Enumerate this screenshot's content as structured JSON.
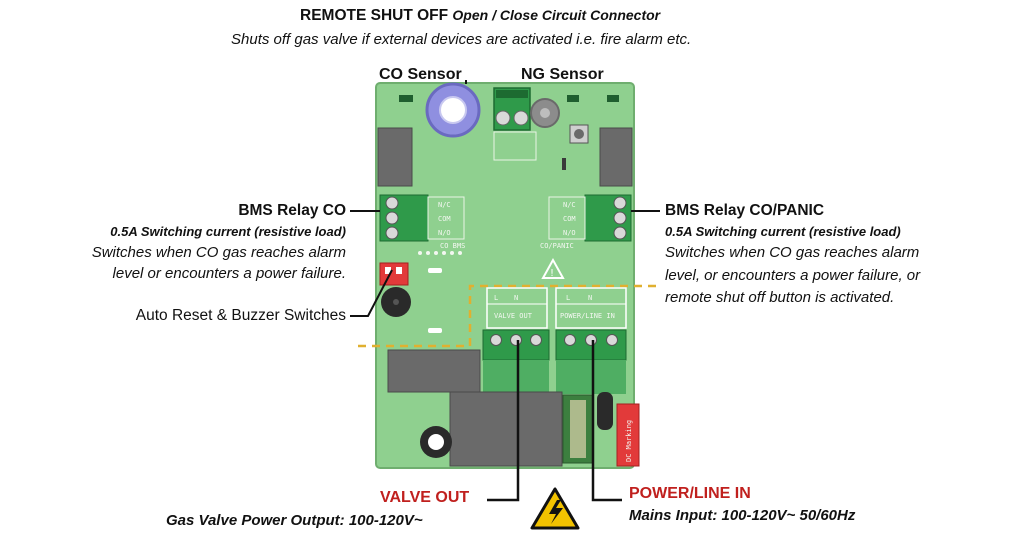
{
  "title": {
    "main": "REMOTE SHUT OFF",
    "sub": "Open / Close Circuit Connector",
    "desc": "Shuts off gas valve if external devices are activated i.e. fire alarm etc."
  },
  "labels": {
    "co_sensor": "CO Sensor",
    "ng_sensor": "NG Sensor",
    "bms_co": {
      "name": "BMS Relay CO",
      "spec": "0.5A Switching current (resistive load)",
      "desc1": "Switches when CO gas reaches alarm",
      "desc2": "level or encounters a power failure."
    },
    "bms_co_panic": {
      "name": "BMS Relay CO/PANIC",
      "spec": "0.5A Switching current (resistive load)",
      "desc1": "Switches when CO gas reaches alarm",
      "desc2": "level, or encounters a power failure, or",
      "desc3": "remote shut off button is activated."
    },
    "auto_reset": "Auto Reset & Buzzer Switches",
    "valve_out": {
      "name": "VALVE OUT",
      "desc": "Gas Valve Power Output: 100-120V~"
    },
    "power_line_in": {
      "name": "POWER/LINE IN",
      "desc": "Mains Input: 100-120V~ 50/60Hz"
    }
  },
  "board_text": {
    "nc": "N/C",
    "com": "COM",
    "no": "N/O",
    "co_bms": "CO BMS",
    "co_panic": "CO/PANIC",
    "valve_out": "VALVE OUT",
    "power_line_in": "POWER/LINE IN",
    "l": "L",
    "n": "N",
    "dc_marking": "DC Marking"
  },
  "colors": {
    "pcb": "#8fd08f",
    "pcb_edge": "#6fae6f",
    "terminal": "#2f9a4a",
    "relay": "#6a6a6a",
    "accent_red": "#c0201e",
    "dash": "#e0b030",
    "co_sensor_ring": "#8f8fe0"
  }
}
